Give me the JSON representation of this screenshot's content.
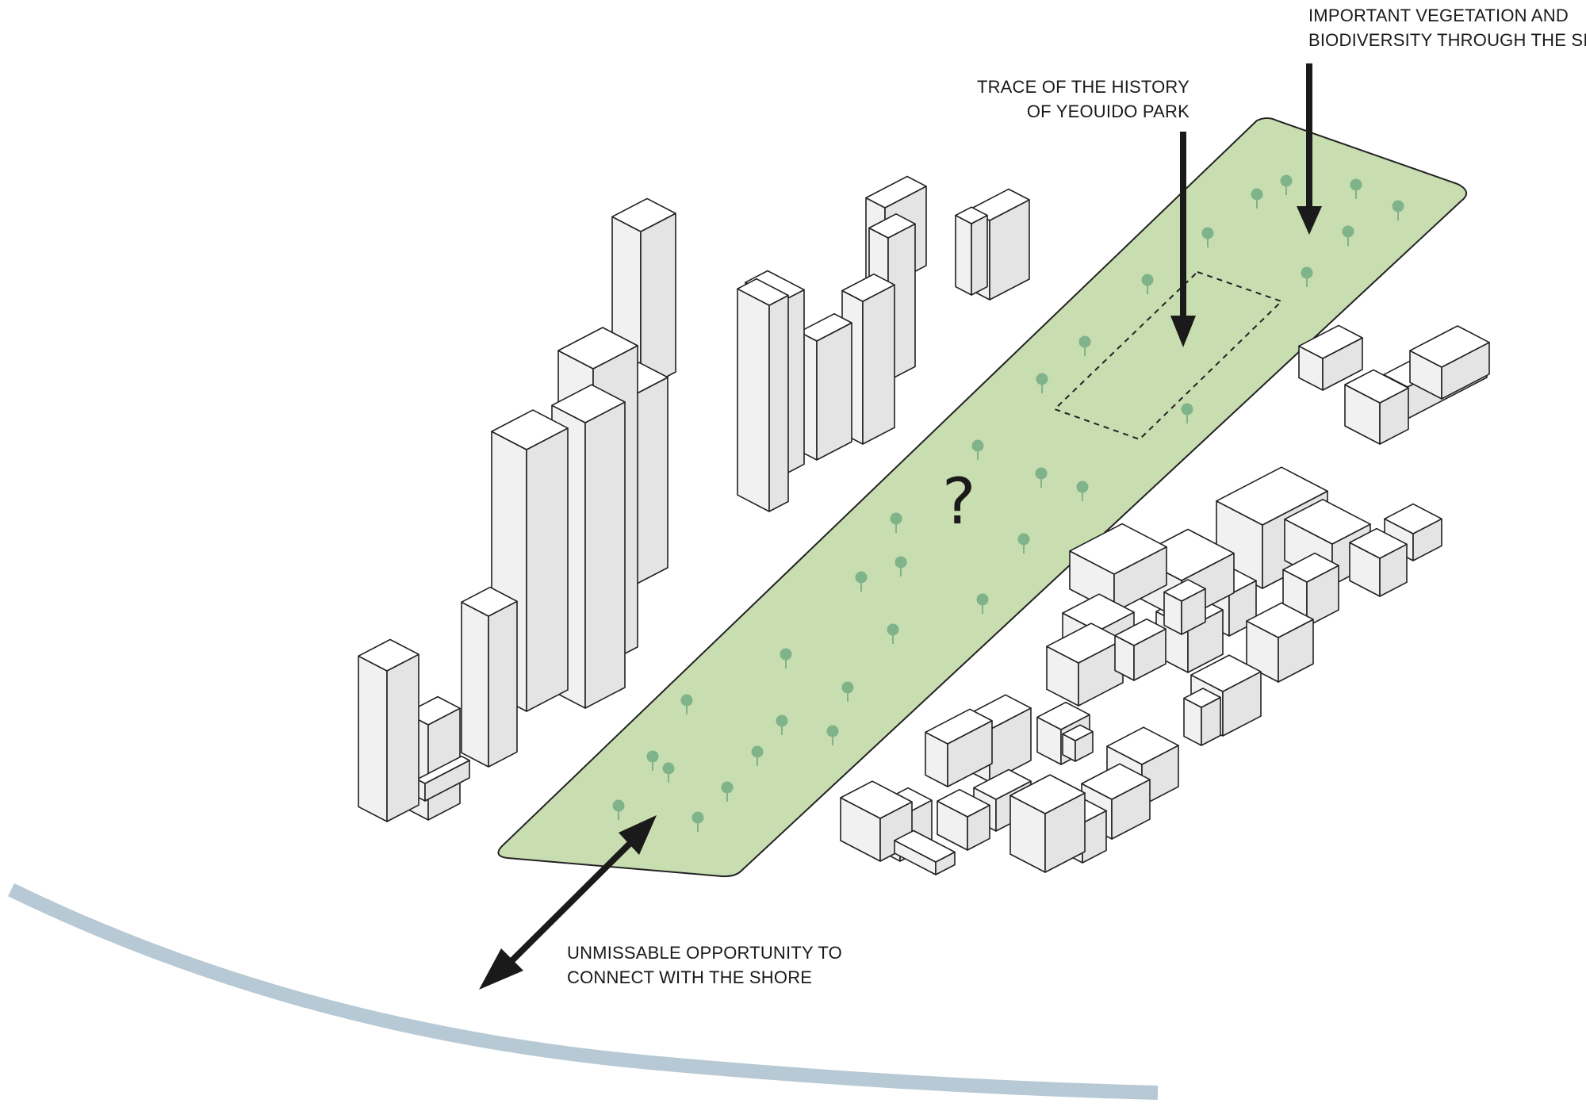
{
  "labels": {
    "vegetation": [
      "IMPORTANT VEGETATION AND",
      "BIODIVERSITY THROUGH THE SITE"
    ],
    "history": [
      "TRACE OF THE HISTORY",
      "OF YEOUIDO PARK"
    ],
    "shore": [
      "UNMISSABLE OPPORTUNITY TO",
      "CONNECT WITH THE SHORE"
    ]
  },
  "center_mark": "?",
  "colors": {
    "park_fill": "#c8ddb0",
    "tree": "#7fb38a",
    "shore_line": "#b7c9d4",
    "arrow": "#1a1a1a",
    "building_outline": "#222222"
  }
}
